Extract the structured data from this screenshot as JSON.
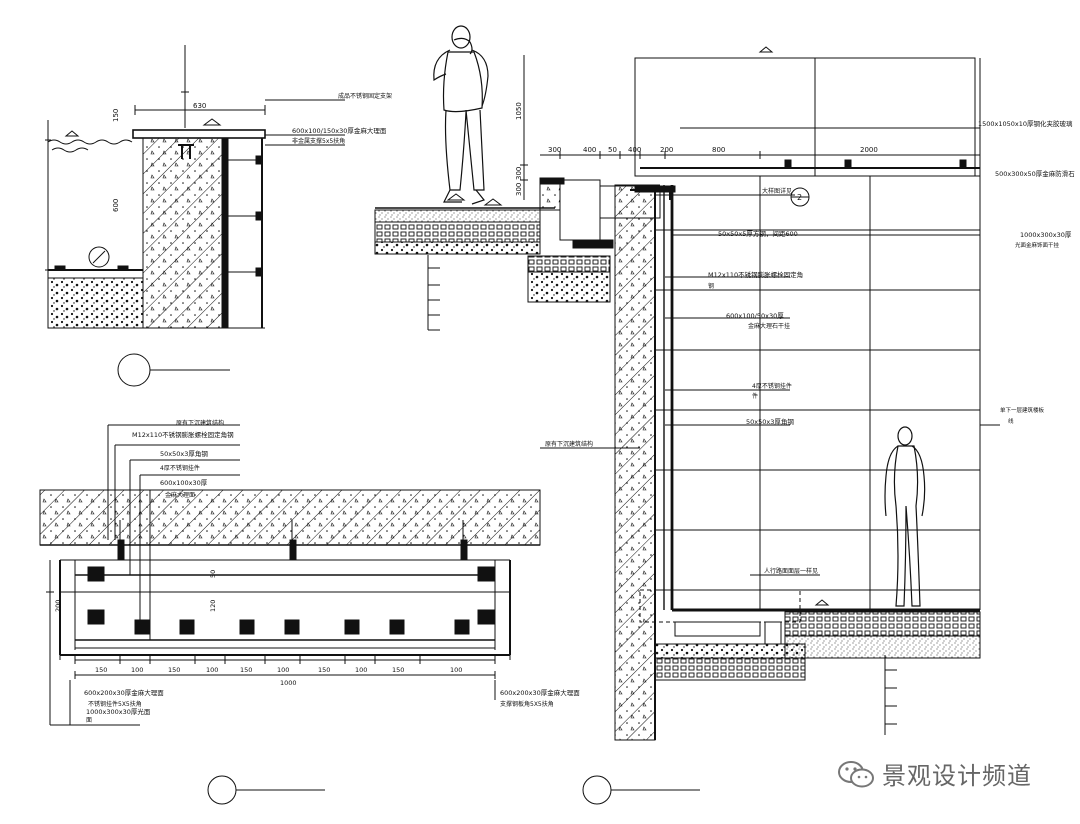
{
  "drawing": {
    "d1": {
      "dim_width": "630",
      "dim_h150": "150",
      "dim_h600": "600",
      "callout_top": "成品不锈钢固定支架",
      "callout_cap": "600x100/150x30厚金麻大理面",
      "callout_cap2": "非金属支撑5x5扶角"
    },
    "d2": {
      "dim_1050": "1050",
      "dim_300a": "300",
      "dim_300b": "300"
    },
    "d3": {
      "top_dims": [
        "300",
        "400",
        "50",
        "400",
        "200",
        "800",
        "2000"
      ],
      "callouts": [
        "1500x1050x10厚钢化夹胶玻璃",
        "500x300x50厚金麻防滑石",
        "大样图详见",
        "50x50x5厚方钢，间距600",
        "1000x300x30厚",
        "光面金麻饰面干挂",
        "M12x110不锈钢膨胀螺栓固定角",
        "钢",
        "600x100/50x30厚",
        "金麻大理石干挂",
        "4厚不锈钢挂件",
        "件",
        "50x50x3厚角钢",
        "原有下沉建筑结构",
        "单下一层建筑楼板",
        "线",
        "人行路面面层一样见"
      ],
      "detail_marker": "2"
    },
    "d4": {
      "callouts": [
        "原有下沉建筑结构",
        "M12x110不锈钢膨胀螺栓固定角钢",
        "50x50x3厚角钢",
        "4厚不锈钢挂件",
        "600x100x30厚",
        "金麻大理面",
        "600x200x30厚金麻大理面",
        "不锈钢挂件5X5扶角",
        "1000x300x30厚光面",
        "面",
        "600x200x30厚金麻大理面",
        "支撑钢板角5X5扶角"
      ],
      "bottom_dims": [
        "150",
        "100",
        "150",
        "100",
        "150",
        "100",
        "150",
        "100",
        "150",
        "100"
      ],
      "total_dim": "1000",
      "left_dim": "200",
      "mid_dims": [
        "50",
        "120"
      ]
    }
  },
  "watermark": {
    "text": "景观设计频道",
    "icon": "wechat-icon"
  },
  "colors": {
    "line": "#111111",
    "watermark": "#666666"
  }
}
